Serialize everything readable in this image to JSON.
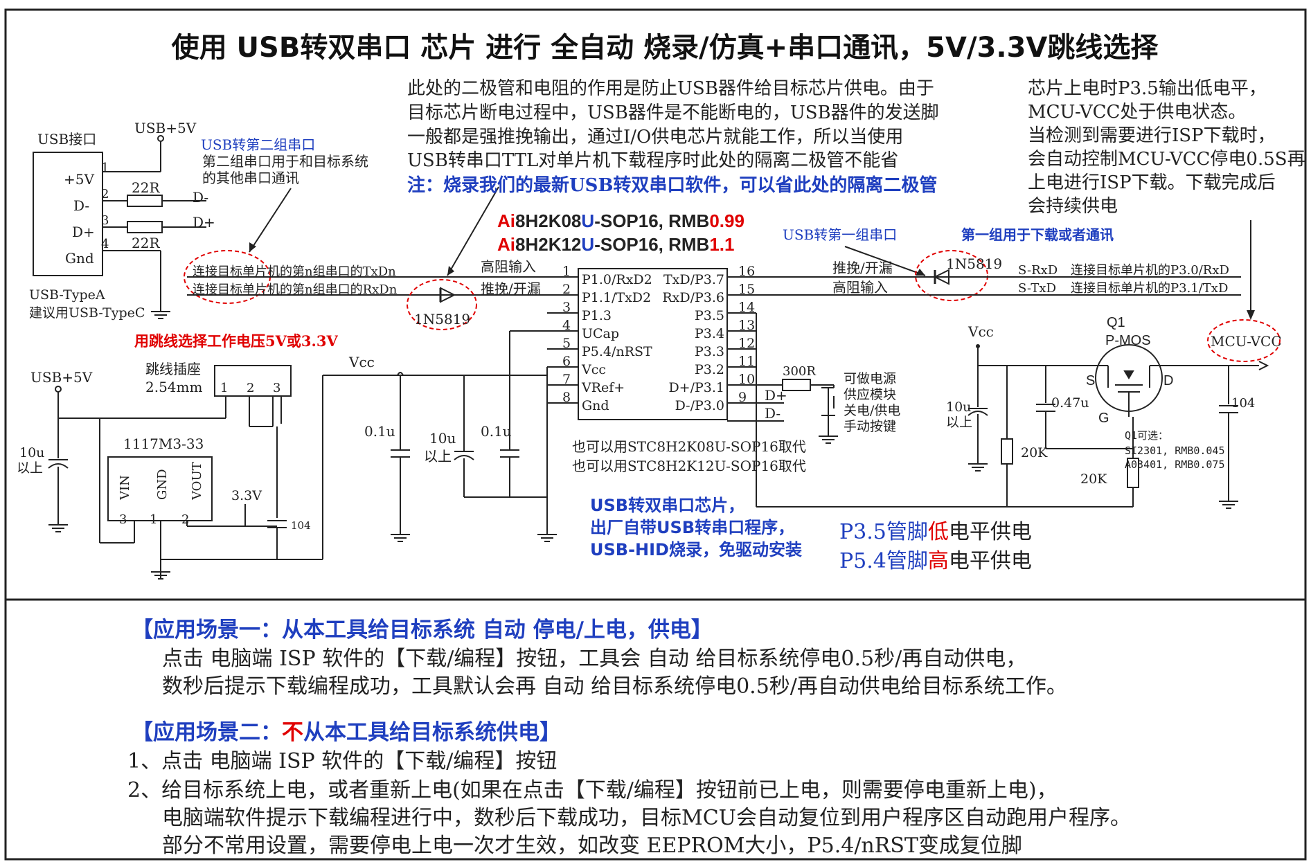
{
  "title": "使用 USB转双串口 芯片 进行 全自动 烧录/仿真+串口通讯，5V/3.3V跳线选择",
  "colors": {
    "blue": "#1f3fbf",
    "red": "#e00000",
    "black": "#222222",
    "ellipse": "#e00000"
  },
  "usb_connector": {
    "title": "USB接口",
    "supply": "USB+5V",
    "pins": [
      {
        "num": "1",
        "name": "+5V"
      },
      {
        "num": "2",
        "name": "D-"
      },
      {
        "num": "3",
        "name": "D+"
      },
      {
        "num": "4",
        "name": "Gnd"
      }
    ],
    "r1": "22R",
    "r2": "22R",
    "dminus": "D-",
    "dplus": "D+",
    "type_a": "USB-TypeA",
    "type_c": "建议用USB-TypeC"
  },
  "second_uart": {
    "title": "USB转第二组串口",
    "desc1": "第二组串口用于和目标系统",
    "desc2": "的其他串口通讯",
    "txd": "连接目标单片机的第n组串口的TxDn",
    "rxd": "连接目标单片机的第n组串口的RxDn"
  },
  "diode_note": {
    "l1": "此处的二极管和电阻的作用是防止USB器件给目标芯片供电。由于",
    "l2": "目标芯片断电过程中，USB器件是不能断电的，USB器件的发送脚",
    "l3": "一般都是强推挽输出，通过I/O供电芯片就能工作，所以当使用",
    "l4": "USB转串口TTL对单片机下载程序时此处的隔离二极管不能省",
    "l5": "注：烧录我们的最新USB转双串口软件，可以省此处的隔离二极管"
  },
  "mcu_note": {
    "l1": "芯片上电时P3.5输出低电平，",
    "l2": "MCU-VCC处于供电状态。",
    "l3": "当检测到需要进行ISP下载时，",
    "l4": "会自动控制MCU-VCC停电0.5S再",
    "l5": "上电进行ISP下载。下载完成后",
    "l6": "会持续供电"
  },
  "chip_labels": {
    "a1": "Ai",
    "a2": "8H2K08",
    "a3": "U",
    "a4": "-SOP16, RMB",
    "a5": "0.99",
    "b1": "Ai",
    "b2": "8H2K12",
    "b3": "U",
    "b4": "-SOP16, RMB",
    "b5": "1.1"
  },
  "first_uart": {
    "title": "USB转第一组串口",
    "desc": "第一组用于下载或者通讯",
    "push_pull": "推挽/开漏",
    "high_z": "高阻输入",
    "srxd": "S-RxD",
    "stxd": "S-TxD",
    "rxd_conn": "连接目标单片机的P3.0/RxD",
    "txd_conn": "连接目标单片机的P3.1/TxD"
  },
  "diodes": {
    "d1": "1N5819",
    "d2": "1N5819"
  },
  "chip": {
    "left_mode1": "高阻输入",
    "left_mode2": "推挽/开漏",
    "left_pins": [
      {
        "num": "1",
        "name": "P1.0/RxD2"
      },
      {
        "num": "2",
        "name": "P1.1/TxD2"
      },
      {
        "num": "3",
        "name": "P1.3"
      },
      {
        "num": "4",
        "name": "UCap"
      },
      {
        "num": "5",
        "name": "P5.4/nRST"
      },
      {
        "num": "6",
        "name": "Vcc"
      },
      {
        "num": "7",
        "name": "VRef+"
      },
      {
        "num": "8",
        "name": "Gnd"
      }
    ],
    "right_pins": [
      {
        "num": "16",
        "name": "TxD/P3.7"
      },
      {
        "num": "15",
        "name": "RxD/P3.6"
      },
      {
        "num": "14",
        "name": "P3.5"
      },
      {
        "num": "13",
        "name": "P3.4"
      },
      {
        "num": "12",
        "name": "P3.3"
      },
      {
        "num": "11",
        "name": "P3.2"
      },
      {
        "num": "10",
        "name": "D+/P3.1"
      },
      {
        "num": "9",
        "name": "D-/P3.0"
      }
    ],
    "alt1": "也可以用STC8H2K08U-SOP16取代",
    "alt2": "也可以用STC8H2K12U-SOP16取代"
  },
  "right_side": {
    "r300": "300R",
    "dplus": "D+",
    "dminus": "D-",
    "btn1": "可做电源",
    "btn2": "供应模块",
    "btn3": "关电/供电",
    "btn4": "手动按键",
    "vcc": "Vcc",
    "c10u": "10u",
    "c10u_2": "以上",
    "c047": "0.47u",
    "r20k_1": "20K",
    "r20k_2": "20K",
    "q1": "Q1",
    "pmos": "P-MOS",
    "s": "S",
    "d": "D",
    "g": "G",
    "mcu_vcc": "MCU-VCC",
    "c104": "104",
    "q_alt_title": "Q1可选：",
    "q_alt1": "SI2301, RMB0.045",
    "q_alt2": "A03401, RMB0.075"
  },
  "power": {
    "jumper_note": "用跳线选择工作电压5V或3.3V",
    "usb5v": "USB+5V",
    "header1": "跳线插座",
    "header2": "2.54mm",
    "hpins": [
      "1",
      "2",
      "3"
    ],
    "c10u": "10u",
    "c10u_2": "以上",
    "ldo": "1117M3-33",
    "vin": "VIN",
    "gnd": "GND",
    "vout": "VOUT",
    "ldo_pins": [
      "3",
      "1",
      "2"
    ],
    "v33": "3.3V",
    "c104": "104",
    "vcc": "Vcc",
    "c01a": "0.1u",
    "c10u_b": "10u",
    "c10u_b2": "以上",
    "c01b": "0.1u"
  },
  "usb_chip_note": {
    "l1": "USB转双串口芯片，",
    "l2": "出厂自带USB转串口程序，",
    "l3": "USB-HID烧录，免驱动安装"
  },
  "pin_levels": {
    "l1a": "P3.5管脚",
    "l1b": "低",
    "l1c": "电平供电",
    "l2a": "P5.4管脚",
    "l2b": "高",
    "l2c": "电平供电"
  },
  "scenes": {
    "s1_title": "【应用场景一：从本工具给目标系统 自动 停电/上电，供电】",
    "s1_l1": "点击 电脑端 ISP 软件的【下载/编程】按钮，工具会 自动 给目标系统停电0.5秒/再自动供电，",
    "s1_l2": "数秒后提示下载编程成功，工具默认会再 自动 给目标系统停电0.5秒/再自动供电给目标系统工作。",
    "s2_title_a": "【应用场景二：",
    "s2_title_b": "不",
    "s2_title_c": "从本工具给目标系统供电】",
    "s2_l1": "1、点击 电脑端 ISP 软件的【下载/编程】按钮",
    "s2_l2": "2、给目标系统上电，或者重新上电(如果在点击【下载/编程】按钮前已上电，则需要停电重新上电)，",
    "s2_l3": "电脑端软件提示下载编程进行中，数秒后下载成功，目标MCU会自动复位到用户程序区自动跑用户程序。",
    "s2_l4": "部分不常用设置，需要停电上电一次才生效，如改变 EEPROM大小，P5.4/nRST变成复位脚"
  }
}
